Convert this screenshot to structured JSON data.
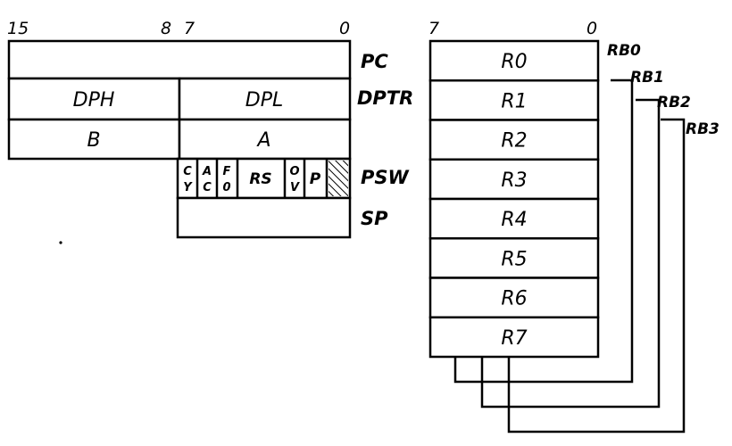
{
  "bit_labels": {
    "b15": "15",
    "b8": "8",
    "b7": "7",
    "b0": "0",
    "rb7": "7",
    "rb0": "0"
  },
  "registers": {
    "pc": "PC",
    "dptr": "DPTR",
    "dph": "DPH",
    "dpl": "DPL",
    "b": "B",
    "a": "A",
    "psw": "PSW",
    "sp": "SP"
  },
  "psw_bits": {
    "cy_1": "C",
    "cy_2": "Y",
    "ac_1": "A",
    "ac_2": "C",
    "f0_1": "F",
    "f0_2": "0",
    "rs": "RS",
    "ov_1": "O",
    "ov_2": "V",
    "p": "P"
  },
  "bank_registers": [
    "R0",
    "R1",
    "R2",
    "R3",
    "R4",
    "R5",
    "R6",
    "R7"
  ],
  "banks": [
    "RB0",
    "RB1",
    "RB2",
    "RB3"
  ],
  "colors": {
    "ink": "#000000",
    "paper": "#ffffff"
  }
}
